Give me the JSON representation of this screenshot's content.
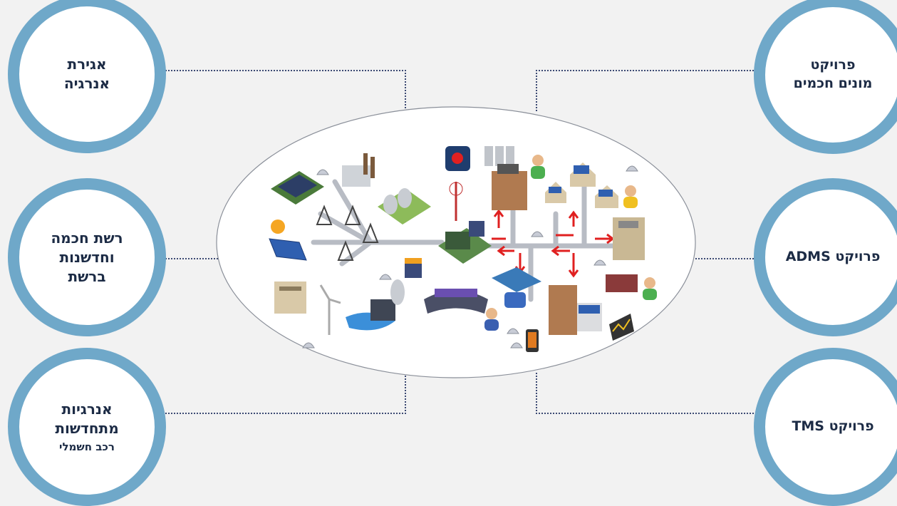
{
  "left_items": [
    {
      "lines": [
        "אגירת",
        "אנרגיה"
      ]
    },
    {
      "lines": [
        "רשת חכמה",
        "וחדשנות",
        "ברשת"
      ]
    },
    {
      "lines": [
        "אנרגיות",
        "מתחדשות"
      ],
      "sub": "רכב חשמלי"
    }
  ],
  "right_items": [
    {
      "lines": [
        "פרויקט",
        "מונים חכמים"
      ]
    },
    {
      "lines": [
        "פרויקט ADMS"
      ]
    },
    {
      "lines": [
        "פרויקט TMS"
      ]
    }
  ],
  "colors": {
    "circle_ring": "#6fa8c9",
    "text": "#1c2b45",
    "connector": "#3c4a73",
    "arrow": "#e02020",
    "grid_line": "#b8bcc4"
  }
}
